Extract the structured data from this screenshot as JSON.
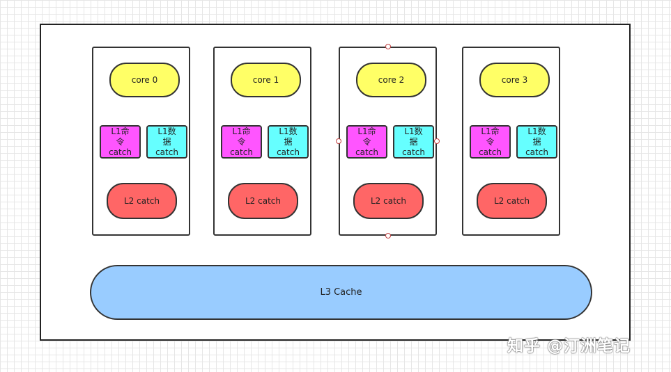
{
  "cores": [
    {
      "label": "core 0",
      "l1_inst": [
        "L1命",
        "令",
        "catch"
      ],
      "l1_data": [
        "L1数",
        "据",
        "catch"
      ],
      "l2": "L2 catch"
    },
    {
      "label": "core 1",
      "l1_inst": [
        "L1命",
        "令",
        "catch"
      ],
      "l1_data": [
        "L1数",
        "据",
        "catch"
      ],
      "l2": "L2 catch"
    },
    {
      "label": "core 2",
      "l1_inst": [
        "L1命",
        "令",
        "catch"
      ],
      "l1_data": [
        "L1数",
        "据",
        "catch"
      ],
      "l2": "L2 catch"
    },
    {
      "label": "core 3",
      "l1_inst": [
        "L1命",
        "令",
        "catch"
      ],
      "l1_data": [
        "L1数",
        "据",
        "catch"
      ],
      "l2": "L2 catch"
    }
  ],
  "l3": {
    "label": "L3 Cache"
  },
  "watermark": "知乎 @汀洲笔记",
  "colors": {
    "core": "#ffff66",
    "l1_inst": "#ff55ff",
    "l1_data": "#66ffff",
    "l2": "#ff6666",
    "l3": "#99ccff"
  }
}
